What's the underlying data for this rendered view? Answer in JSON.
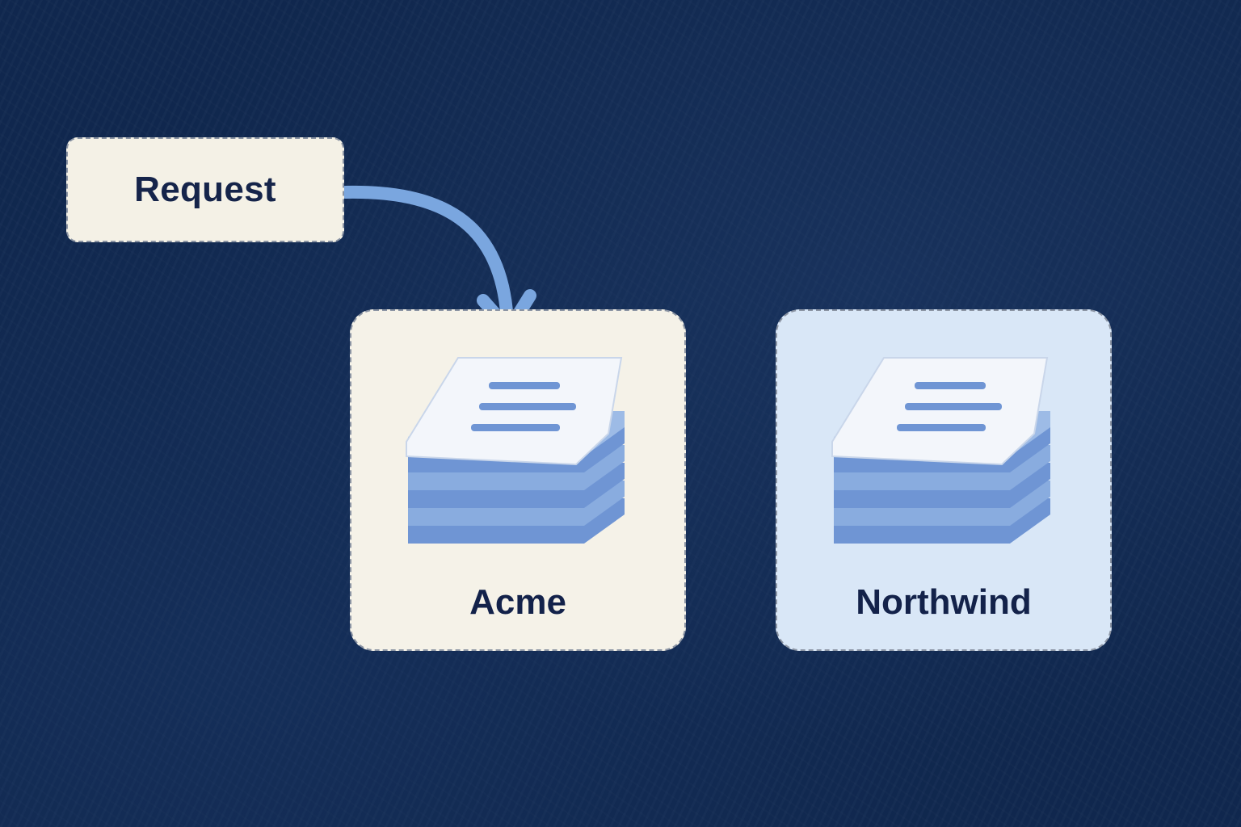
{
  "request": {
    "label": "Request"
  },
  "tenants": [
    {
      "label": "Acme",
      "icon": "document-stack-icon"
    },
    {
      "label": "Northwind",
      "icon": "document-stack-icon"
    }
  ],
  "colors": {
    "background": "#10284f",
    "request_box": "#f4f1e6",
    "acme_card": "#f5f2e8",
    "northwind_card": "#d9e7f7",
    "arrow": "#7aa6df",
    "label_text": "#15244a"
  }
}
